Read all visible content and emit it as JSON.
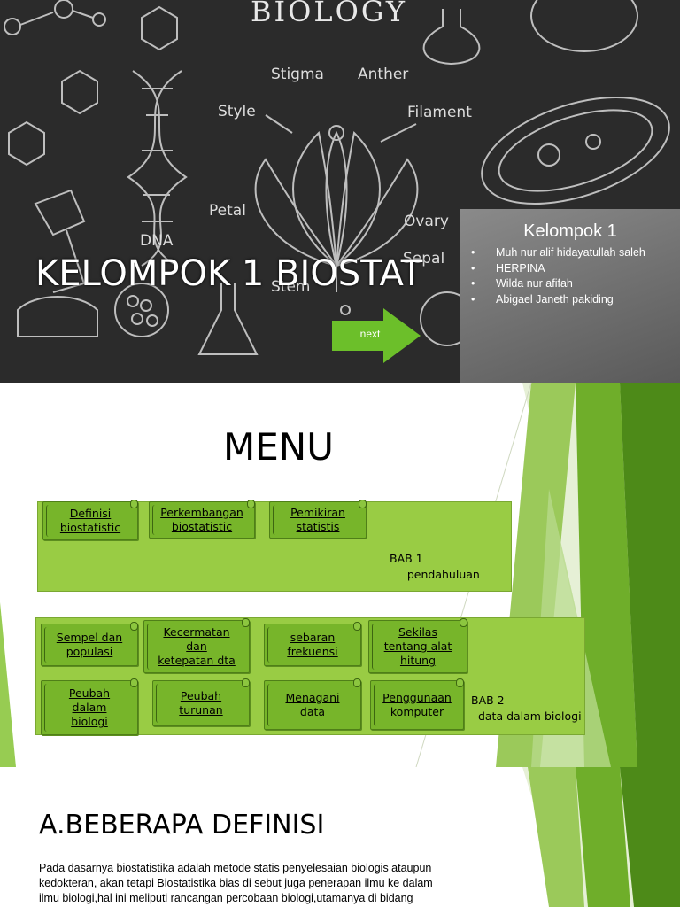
{
  "slide1": {
    "board_title": "BIOLOGY",
    "chalk_labels": {
      "stigma": "Stigma",
      "anther": "Anther",
      "style": "Style",
      "filament": "Filament",
      "petal": "Petal",
      "ovary": "Ovary",
      "sepal": "Sepal",
      "stem": "Stem",
      "dna": "DNA"
    },
    "title": "KELOMPOK 1 BIOSTAT",
    "next_button": {
      "label": "next"
    },
    "group_panel": {
      "title": "Kelompok 1",
      "members": [
        "Muh nur alif hidayatullah saleh",
        "HERPINA",
        "Wilda nur afifah",
        "Abigael Janeth pakiding"
      ]
    }
  },
  "slide2": {
    "title": "MENU",
    "bab1": {
      "buttons": [
        "Definisi\nbiostatistic",
        "Perkembangan\nbiostatistic",
        "Pemikiran\nstatistis"
      ],
      "label": "BAB 1\n     pendahuluan"
    },
    "bab2": {
      "row1": [
        "Sempel dan\npopulasi",
        "Kecermatan\ndan\nketepatan dta",
        "sebaran\nfrekuensi",
        "Sekilas\ntentang alat\nhitung"
      ],
      "row2": [
        "Peubah\ndalam\nbiologi",
        "Peubah\nturunan",
        "Menagani\ndata",
        "Penggunaan\nkomputer"
      ],
      "label": "BAB 2\n  data dalam biologi"
    }
  },
  "slide3": {
    "title": "A.BEBERAPA DEFINISI",
    "body_lines": [
      "Pada dasarnya biostatistika adalah metode statis penyelesaian biologis ataupun",
      "kedokteran, akan tetapi Biostatistika bias di sebut juga  penerapan ilmu ke dalam",
      "ilmu biologi,hal ini meliputi rancangan percobaan biologi,utamanya di bidang"
    ]
  },
  "colors": {
    "chalkboard": "#2b2b2b",
    "panel_gray": "#7a7a7a",
    "accent_green": "#77b52a",
    "box_green": "#99cc44",
    "next_green": "#6cbf2a"
  }
}
